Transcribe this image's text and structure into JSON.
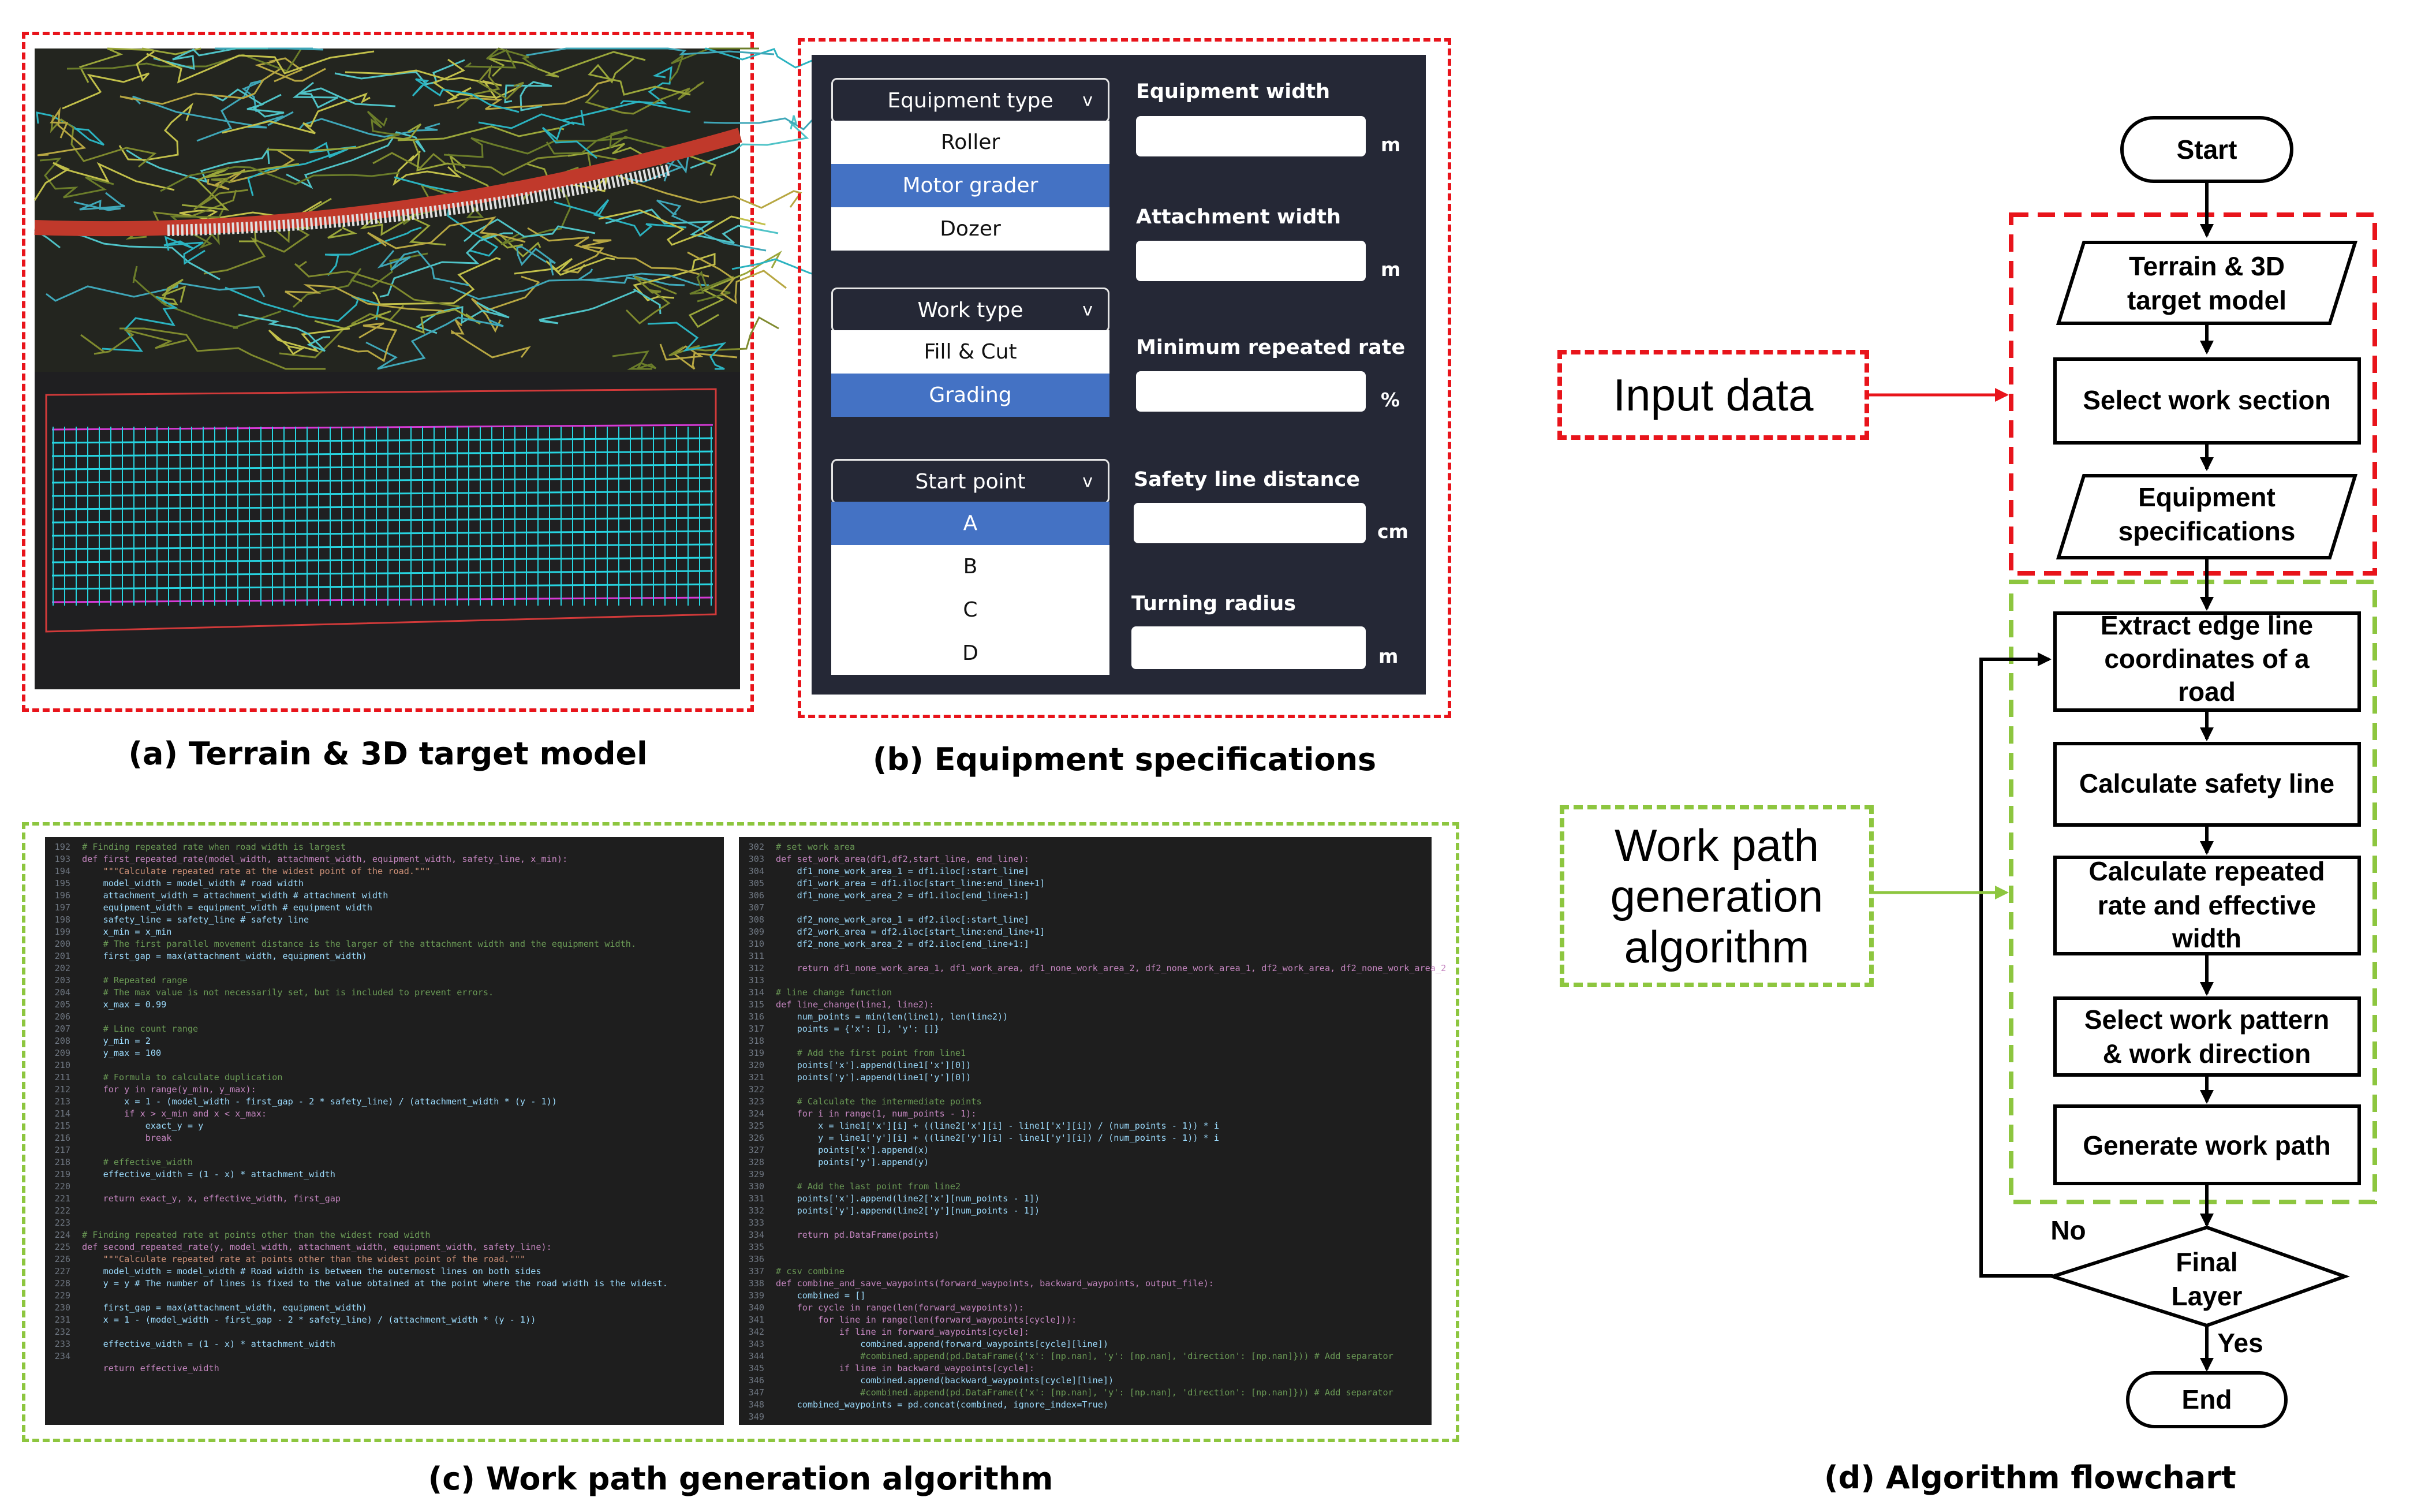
{
  "captions": {
    "a": "(a) Terrain & 3D target model",
    "b": "(b) Equipment specifications",
    "c": "(c) Work path generation algorithm",
    "d": "(d) Algorithm flowchart"
  },
  "equipment_ui": {
    "equipment_type": {
      "label": "Equipment type",
      "options": [
        "Roller",
        "Motor grader",
        "Dozer"
      ],
      "selected": "Motor grader"
    },
    "work_type": {
      "label": "Work type",
      "options": [
        "Fill & Cut",
        "Grading"
      ],
      "selected": "Grading"
    },
    "start_point": {
      "label": "Start point",
      "options": [
        "A",
        "B",
        "C",
        "D"
      ],
      "selected": "A"
    },
    "fields": [
      {
        "label": "Equipment width",
        "unit": "m",
        "value": ""
      },
      {
        "label": "Attachment width",
        "unit": "m",
        "value": ""
      },
      {
        "label": "Minimum repeated rate",
        "unit": "%",
        "value": ""
      },
      {
        "label": "Safety line distance",
        "unit": "cm",
        "value": ""
      },
      {
        "label": "Turning radius",
        "unit": "m",
        "value": ""
      }
    ],
    "chevron": "v"
  },
  "code_left": {
    "line_numbers": [
      "192",
      "193",
      "194",
      "195",
      "196",
      "197",
      "198",
      "199",
      "200",
      "201",
      "202",
      "203",
      "204",
      "205",
      "206",
      "207",
      "208",
      "209",
      "210",
      "211",
      "212",
      "213",
      "214",
      "215",
      "216",
      "217",
      "218",
      "219",
      "220",
      "221",
      "222",
      "223",
      "224",
      "225",
      "226",
      "227",
      "228",
      "229",
      "230",
      "231",
      "232",
      "233",
      "234"
    ],
    "lines": [
      "# Finding repeated rate when road width is largest",
      "def first_repeated_rate(model_width, attachment_width, equipment_width, safety_line, x_min):",
      "    \"\"\"Calculate repeated rate at the widest point of the road.\"\"\"",
      "    model_width = model_width # road width",
      "    attachment_width = attachment_width # attachment width",
      "    equipment_width = equipment_width # equipment width",
      "    safety_line = safety_line # safety line",
      "    x_min = x_min",
      "    # The first parallel movement distance is the larger of the attachment width and the equipment width.",
      "    first_gap = max(attachment_width, equipment_width)",
      "",
      "    # Repeated range",
      "    # The max value is not necessarily set, but is included to prevent errors.",
      "    x_max = 0.99",
      "",
      "    # Line count range",
      "    y_min = 2",
      "    y_max = 100",
      "",
      "    # Formula to calculate duplication",
      "    for y in range(y_min, y_max):",
      "        x = 1 - (model_width - first_gap - 2 * safety_line) / (attachment_width * (y - 1))",
      "        if x > x_min and x < x_max:",
      "            exact_y = y",
      "            break",
      "",
      "    # effective_width",
      "    effective_width = (1 - x) * attachment_width",
      "",
      "    return exact_y, x, effective_width, first_gap",
      "",
      "",
      "# Finding repeated rate at points other than the widest road width",
      "def second_repeated_rate(y, model_width, attachment_width, equipment_width, safety_line):",
      "    \"\"\"Calculate repeated rate at points other than the widest point of the road.\"\"\"",
      "    model_width = model_width # Road width is between the outermost lines on both sides",
      "    y = y # The number of lines is fixed to the value obtained at the point where the road width is the widest.",
      "",
      "    first_gap = max(attachment_width, equipment_width)",
      "    x = 1 - (model_width - first_gap - 2 * safety_line) / (attachment_width * (y - 1))",
      "",
      "    effective_width = (1 - x) * attachment_width",
      "",
      "    return effective_width"
    ]
  },
  "code_right": {
    "line_numbers": [
      "302",
      "303",
      "304",
      "305",
      "306",
      "307",
      "308",
      "309",
      "310",
      "311",
      "312",
      "313",
      "314",
      "315",
      "316",
      "317",
      "318",
      "319",
      "320",
      "321",
      "322",
      "323",
      "324",
      "325",
      "326",
      "327",
      "328",
      "329",
      "330",
      "331",
      "332",
      "333",
      "334",
      "335",
      "336",
      "337",
      "338",
      "339",
      "340",
      "341",
      "342",
      "343",
      "344",
      "345",
      "346",
      "347",
      "348",
      "349"
    ],
    "lines": [
      "# set work area",
      "def set_work_area(df1,df2,start_line, end_line):",
      "    df1_none_work_area_1 = df1.iloc[:start_line]",
      "    df1_work_area = df1.iloc[start_line:end_line+1]",
      "    df1_none_work_area_2 = df1.iloc[end_line+1:]",
      "",
      "    df2_none_work_area_1 = df2.iloc[:start_line]",
      "    df2_work_area = df2.iloc[start_line:end_line+1]",
      "    df2_none_work_area_2 = df2.iloc[end_line+1:]",
      "",
      "    return df1_none_work_area_1, df1_work_area, df1_none_work_area_2, df2_none_work_area_1, df2_work_area, df2_none_work_area_2",
      "",
      "# line change function",
      "def line_change(line1, line2):",
      "    num_points = min(len(line1), len(line2))",
      "    points = {'x': [], 'y': []}",
      "",
      "    # Add the first point from line1",
      "    points['x'].append(line1['x'][0])",
      "    points['y'].append(line1['y'][0])",
      "",
      "    # Calculate the intermediate points",
      "    for i in range(1, num_points - 1):",
      "        x = line1['x'][i] + ((line2['x'][i] - line1['x'][i]) / (num_points - 1)) * i",
      "        y = line1['y'][i] + ((line2['y'][i] - line1['y'][i]) / (num_points - 1)) * i",
      "        points['x'].append(x)",
      "        points['y'].append(y)",
      "",
      "    # Add the last point from line2",
      "    points['x'].append(line2['x'][num_points - 1])",
      "    points['y'].append(line2['y'][num_points - 1])",
      "",
      "    return pd.DataFrame(points)",
      "",
      "",
      "# csv combine",
      "def combine_and_save_waypoints(forward_waypoints, backward_waypoints, output_file):",
      "    combined = []",
      "    for cycle in range(len(forward_waypoints)):",
      "        for line in range(len(forward_waypoints[cycle])):",
      "            if line in forward_waypoints[cycle]:",
      "                combined.append(forward_waypoints[cycle][line])",
      "                #combined.append(pd.DataFrame({'x': [np.nan], 'y': [np.nan], 'direction': [np.nan]})) # Add separator",
      "            if line in backward_waypoints[cycle]:",
      "                combined.append(backward_waypoints[cycle][line])",
      "                #combined.append(pd.DataFrame({'x': [np.nan], 'y': [np.nan], 'direction': [np.nan]})) # Add separator",
      "    combined_waypoints = pd.concat(combined, ignore_index=True)",
      ""
    ]
  },
  "flowchart": {
    "start": "Start",
    "terrain": [
      "Terrain & 3D",
      "target model"
    ],
    "select_section": "Select work section",
    "equipment": [
      "Equipment",
      "specifications"
    ],
    "extract": [
      "Extract edge line",
      "coordinates of a",
      "road"
    ],
    "safety": "Calculate safety line",
    "repeated": [
      "Calculate repeated",
      "rate and effective",
      "width"
    ],
    "pattern": [
      "Select work pattern",
      "& work direction"
    ],
    "generate": "Generate work path",
    "decision": [
      "Final",
      "Layer"
    ],
    "no": "No",
    "yes": "Yes",
    "end": "End",
    "input_label": "Input data",
    "algo_label": [
      "Work path",
      "generation",
      "algorithm"
    ]
  },
  "colors": {
    "red": "#e8141b",
    "green": "#8dc63f",
    "selected": "#4472c4",
    "ui_bg": "#252836",
    "code_bg": "#1e1e1e"
  }
}
